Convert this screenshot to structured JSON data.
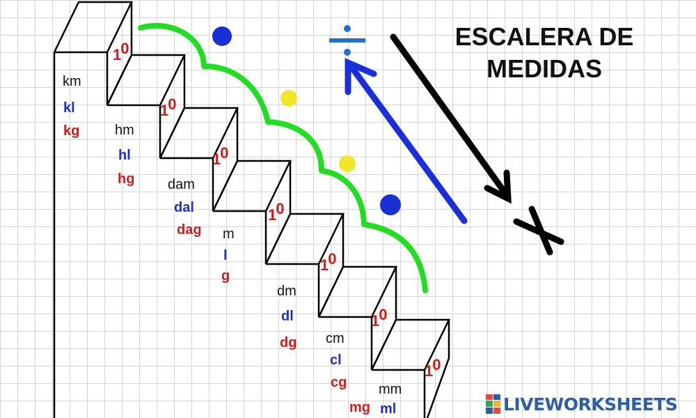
{
  "title": "ESCALERA DE\nMEDIDAS",
  "brand": "LIVEWORKSHEETS",
  "brand_logo_icon": "liveworksheets-logo-icon",
  "step_factor": {
    "base": "1",
    "exponent": "0"
  },
  "steps": [
    {
      "length": "km",
      "volume": "kl",
      "mass": "kg"
    },
    {
      "length": "hm",
      "volume": "hl",
      "mass": "hg"
    },
    {
      "length": "dam",
      "volume": "dal",
      "mass": "dag"
    },
    {
      "length": "m",
      "volume": "l",
      "mass": "g"
    },
    {
      "length": "dm",
      "volume": "dl",
      "mass": "dg"
    },
    {
      "length": "cm",
      "volume": "cl",
      "mass": "cg"
    },
    {
      "length": "mm",
      "volume": "ml",
      "mass": "mg"
    }
  ],
  "colors": {
    "length": "#111111",
    "volume": "#1e2fc8",
    "mass": "#d21a1a",
    "curve": "#22dd22",
    "dot_blue": "#1a2fd8",
    "dot_yellow": "#f2e62a",
    "divide": "#1e6fd6",
    "arrow_up": "#1a2fd8",
    "arrow_down": "#000000",
    "times": "#000000"
  },
  "icons": {
    "divide": "divide-sign-icon",
    "multiply": "multiply-sign-icon",
    "up_arrow": "arrow-up-left-icon",
    "down_arrow": "arrow-down-right-icon"
  }
}
